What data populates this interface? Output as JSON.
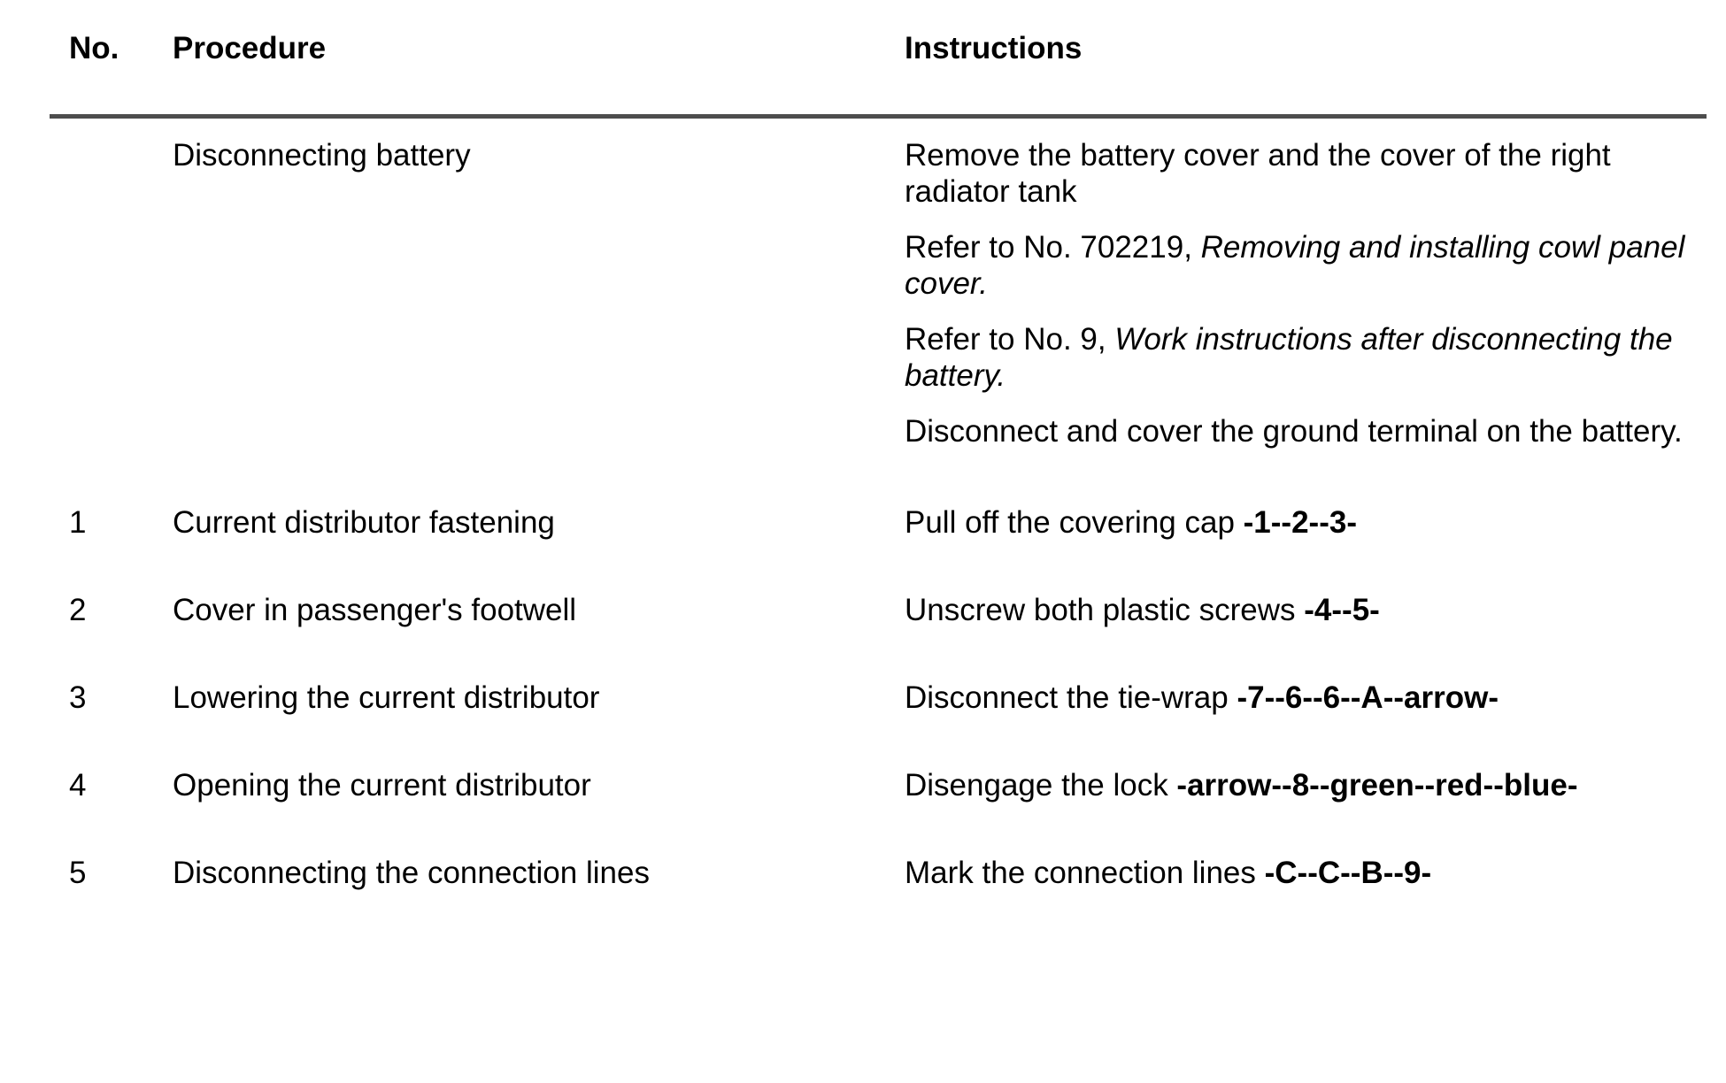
{
  "document": {
    "type": "service-procedure-table"
  },
  "table": {
    "columns": [
      {
        "key": "no",
        "label": "No."
      },
      {
        "key": "proc",
        "label": "Procedure"
      },
      {
        "key": "instr",
        "label": "Instructions"
      }
    ],
    "rule_color": "#4d4d4d",
    "rows": [
      {
        "no": "",
        "procedure": "Disconnecting battery",
        "instructions": [
          {
            "parts": [
              {
                "text": "Remove the battery cover and the cover of the right radiator tank",
                "style": "normal"
              }
            ]
          },
          {
            "parts": [
              {
                "text": "Refer to No. 702219, ",
                "style": "normal"
              },
              {
                "text": "Removing and installing cowl panel cover.",
                "style": "italic"
              }
            ]
          },
          {
            "parts": [
              {
                "text": "Refer to No. 9, ",
                "style": "normal"
              },
              {
                "text": "Work instructions after disconnecting the battery.",
                "style": "italic"
              }
            ]
          },
          {
            "parts": [
              {
                "text": "Disconnect and cover the ground terminal on the battery.",
                "style": "normal"
              }
            ]
          }
        ]
      },
      {
        "no": "1",
        "procedure": "Current distributor fastening",
        "instructions": [
          {
            "parts": [
              {
                "text": "Pull off the covering cap ",
                "style": "normal"
              },
              {
                "text": "-1--2--3-",
                "style": "bold"
              }
            ]
          }
        ]
      },
      {
        "no": "2",
        "procedure": "Cover in passenger's footwell",
        "instructions": [
          {
            "parts": [
              {
                "text": "Unscrew both plastic screws ",
                "style": "normal"
              },
              {
                "text": "-4--5-",
                "style": "bold"
              }
            ]
          }
        ]
      },
      {
        "no": "3",
        "procedure": "Lowering the current distributor",
        "instructions": [
          {
            "parts": [
              {
                "text": "Disconnect the tie-wrap ",
                "style": "normal"
              },
              {
                "text": "-7--6--6--A--arrow-",
                "style": "bold"
              }
            ]
          }
        ]
      },
      {
        "no": "4",
        "procedure": "Opening the current distributor",
        "instructions": [
          {
            "parts": [
              {
                "text": "Disengage the lock ",
                "style": "normal"
              },
              {
                "text": "-arrow--8--green--red--blue-",
                "style": "bold"
              }
            ]
          }
        ]
      },
      {
        "no": "5",
        "procedure": "Disconnecting the connection lines",
        "instructions": [
          {
            "parts": [
              {
                "text": "Mark the connection lines ",
                "style": "normal"
              },
              {
                "text": "-C--C--B--9-",
                "style": "bold"
              }
            ]
          }
        ]
      }
    ]
  }
}
